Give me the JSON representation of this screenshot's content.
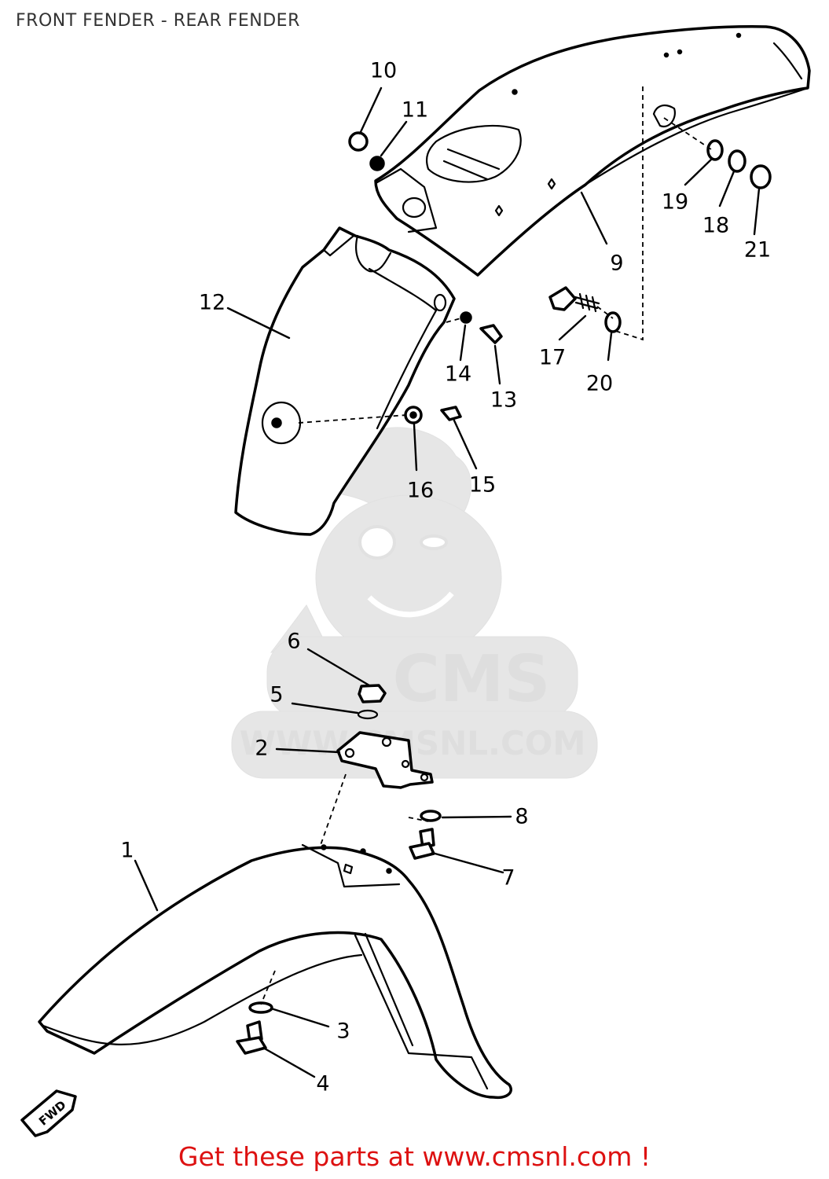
{
  "title": "FRONT FENDER - REAR FENDER",
  "watermark": {
    "brand": "CMS",
    "url": "WWW.CMSNL.COM"
  },
  "front_arrow": "FWD",
  "callouts": [
    {
      "id": "1",
      "label": "1"
    },
    {
      "id": "2",
      "label": "2"
    },
    {
      "id": "3",
      "label": "3"
    },
    {
      "id": "4",
      "label": "4"
    },
    {
      "id": "5",
      "label": "5"
    },
    {
      "id": "6",
      "label": "6"
    },
    {
      "id": "7",
      "label": "7"
    },
    {
      "id": "8",
      "label": "8"
    },
    {
      "id": "9",
      "label": "9"
    },
    {
      "id": "10",
      "label": "10"
    },
    {
      "id": "11",
      "label": "11"
    },
    {
      "id": "12",
      "label": "12"
    },
    {
      "id": "13",
      "label": "13"
    },
    {
      "id": "14",
      "label": "14"
    },
    {
      "id": "15",
      "label": "15"
    },
    {
      "id": "16",
      "label": "16"
    },
    {
      "id": "17",
      "label": "17"
    },
    {
      "id": "18",
      "label": "18"
    },
    {
      "id": "19",
      "label": "19"
    },
    {
      "id": "20",
      "label": "20"
    },
    {
      "id": "21",
      "label": "21"
    }
  ],
  "footer": "Get these parts at www.cmsnl.com !",
  "colors": {
    "footer": "#dd1111",
    "line": "#000000",
    "watermark": "#e6e6e6"
  }
}
